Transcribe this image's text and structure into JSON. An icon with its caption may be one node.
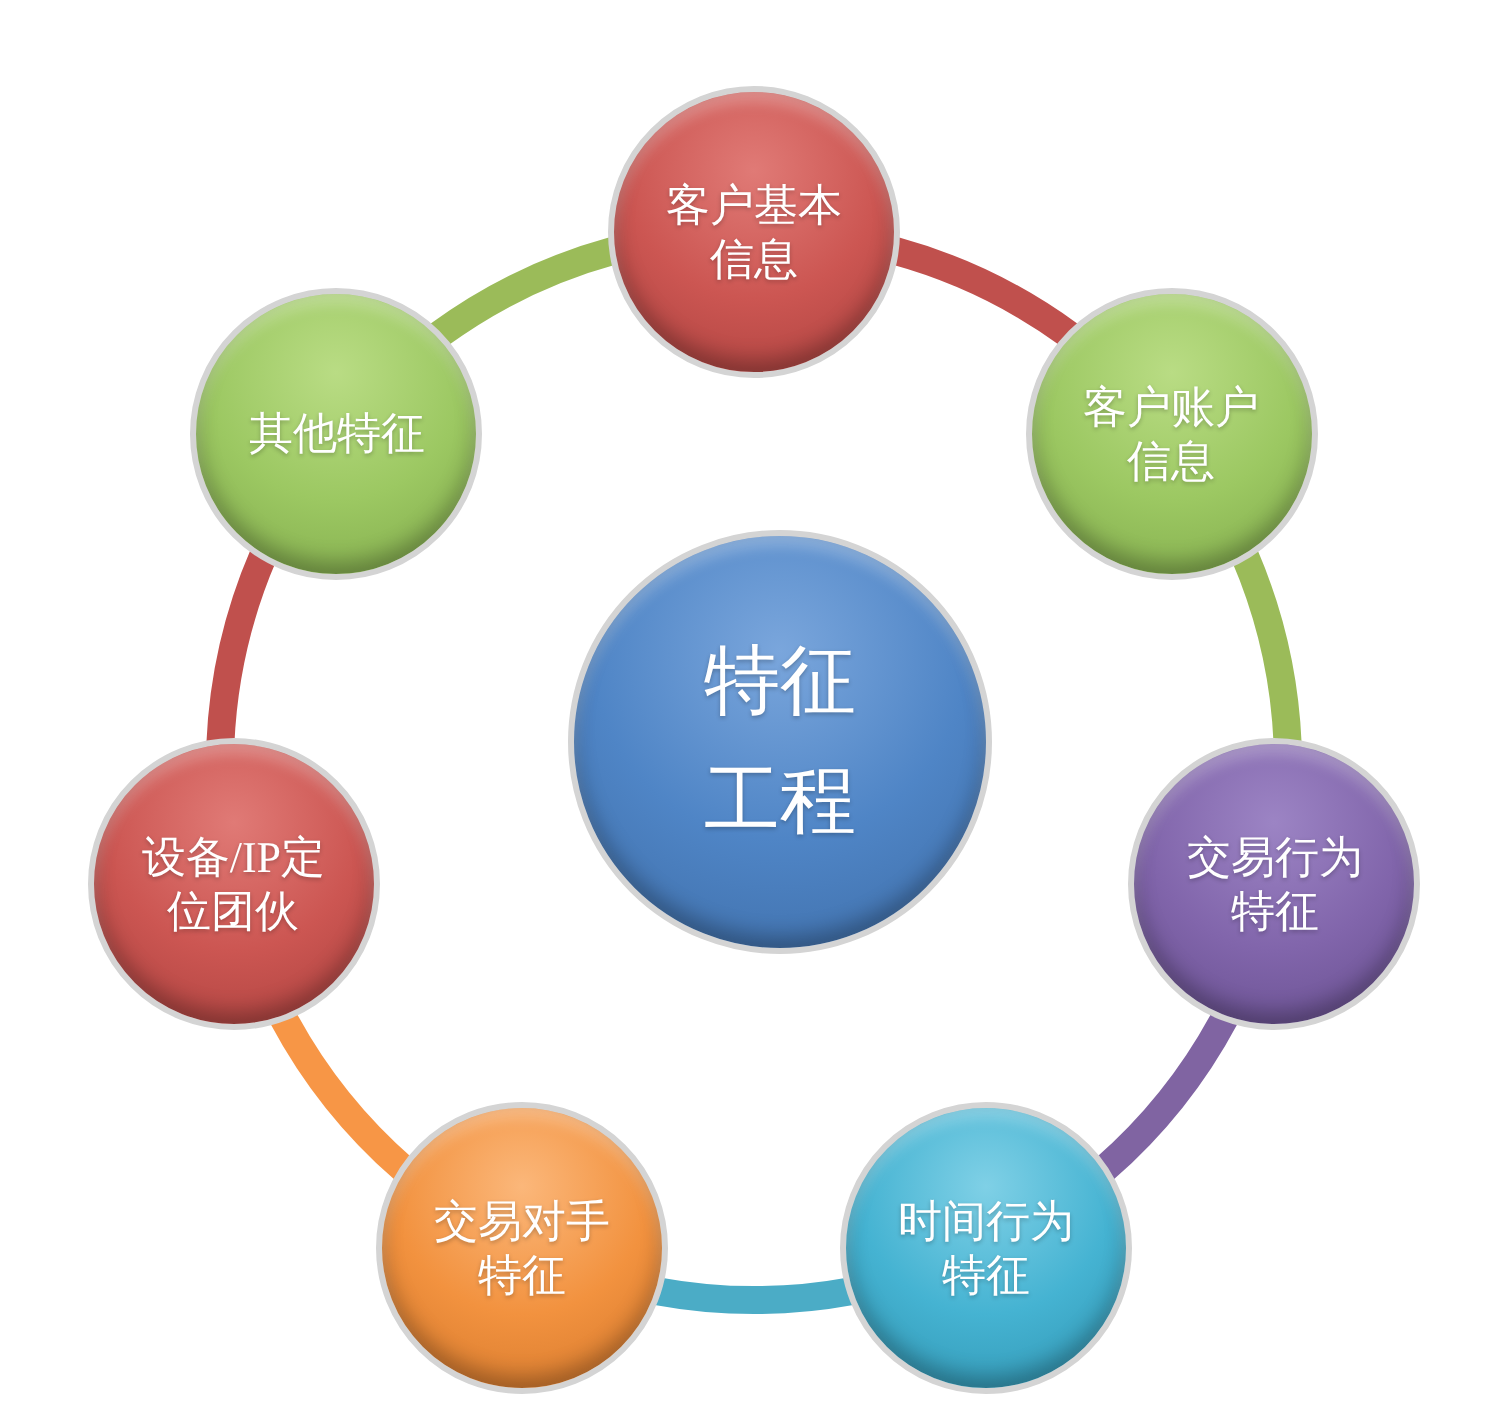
{
  "diagram": {
    "nodes": [
      {
        "text": [
          "特征工程"
        ]
      },
      {
        "text": [
          "客户基本信息"
        ]
      },
      {
        "text": [
          "客户账户信息"
        ]
      },
      {
        "text": [
          "交易行为特征"
        ]
      },
      {
        "text": [
          "时间行为特征"
        ]
      },
      {
        "text": [
          "交易对手特征"
        ]
      },
      {
        "text": [
          "设备/IP定位团伙"
        ]
      },
      {
        "text": [
          "其他特征"
        ]
      }
    ],
    "edges": [
      {
        "from": 1,
        "to": 2,
        "arrow": "none",
        "color": "#c0504d"
      },
      {
        "from": 2,
        "to": 3,
        "arrow": "none",
        "color": "#9bbb59"
      },
      {
        "from": 3,
        "to": 4,
        "arrow": "none",
        "color": "#8064a2"
      },
      {
        "from": 4,
        "to": 5,
        "arrow": "none",
        "color": "#4bacc6"
      },
      {
        "from": 5,
        "to": 6,
        "arrow": "none",
        "color": "#f79646"
      },
      {
        "from": 6,
        "to": 7,
        "arrow": "none",
        "color": "#c0504d"
      },
      {
        "from": 7,
        "to": 1,
        "arrow": "none",
        "color": "#9bbb59"
      }
    ]
  }
}
